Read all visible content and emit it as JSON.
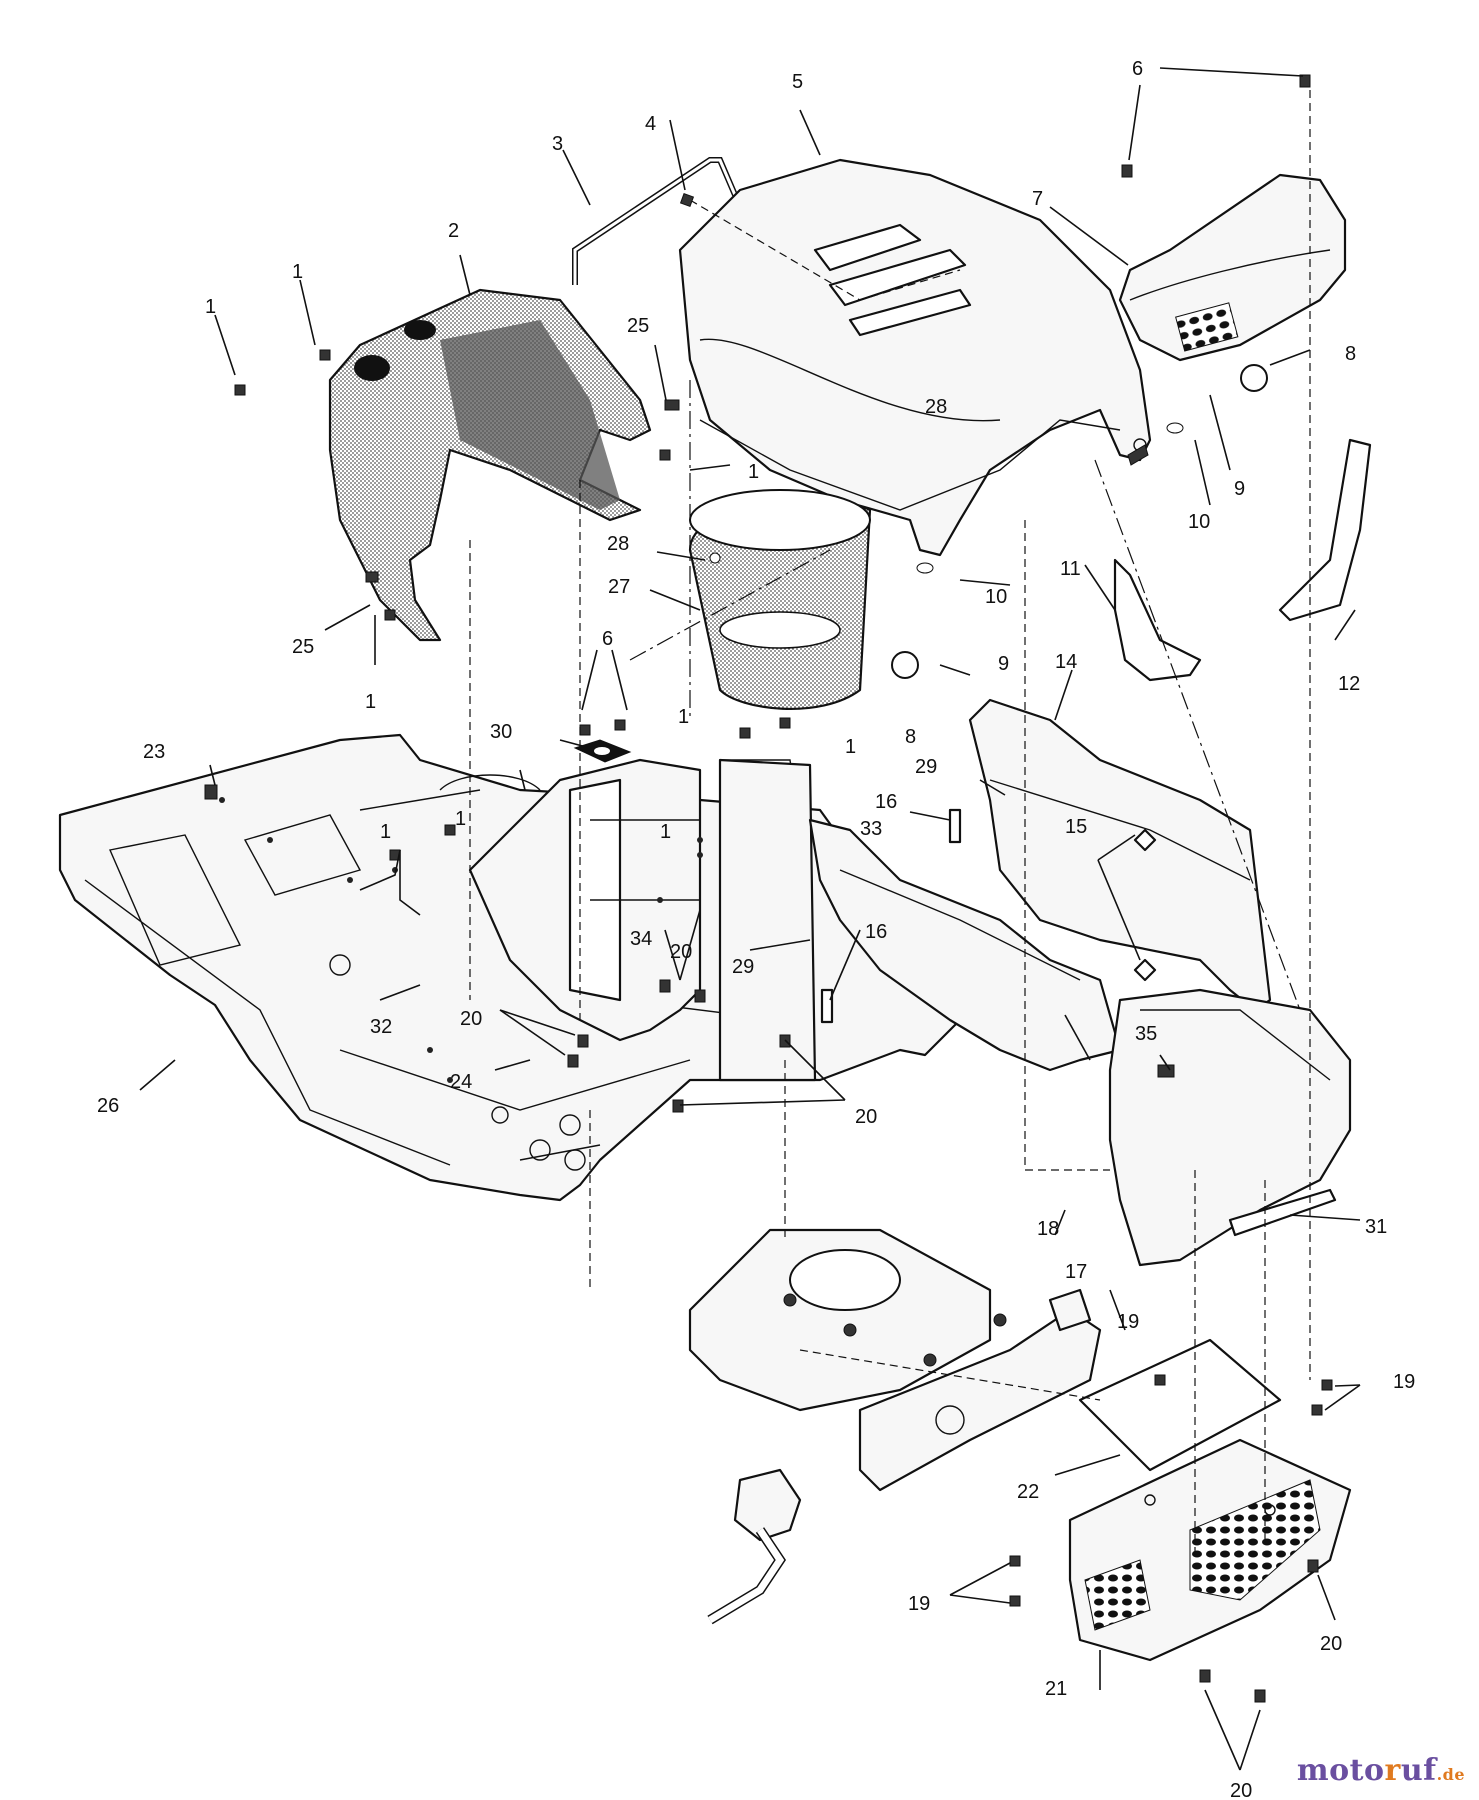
{
  "watermark": {
    "part1": "moto",
    "part2": "r",
    "part3": "uf",
    "part4": ".de",
    "colors": {
      "purple": "#6a4fa0",
      "orange": "#e07a1f"
    }
  },
  "callouts": [
    {
      "id": "c1a",
      "label": "1"
    },
    {
      "id": "c1b",
      "label": "1"
    },
    {
      "id": "c1c",
      "label": "1"
    },
    {
      "id": "c1d",
      "label": "1"
    },
    {
      "id": "c1e",
      "label": "1"
    },
    {
      "id": "c1f",
      "label": "1"
    },
    {
      "id": "c1g",
      "label": "1"
    },
    {
      "id": "c1h",
      "label": "1"
    },
    {
      "id": "c1i",
      "label": "1"
    },
    {
      "id": "c2",
      "label": "2"
    },
    {
      "id": "c3",
      "label": "3"
    },
    {
      "id": "c4",
      "label": "4"
    },
    {
      "id": "c5",
      "label": "5"
    },
    {
      "id": "c6a",
      "label": "6"
    },
    {
      "id": "c6b",
      "label": "6"
    },
    {
      "id": "c7",
      "label": "7"
    },
    {
      "id": "c8a",
      "label": "8"
    },
    {
      "id": "c8b",
      "label": "8"
    },
    {
      "id": "c9a",
      "label": "9"
    },
    {
      "id": "c9b",
      "label": "9"
    },
    {
      "id": "c10a",
      "label": "10"
    },
    {
      "id": "c10b",
      "label": "10"
    },
    {
      "id": "c11",
      "label": "11"
    },
    {
      "id": "c12",
      "label": "12"
    },
    {
      "id": "c14",
      "label": "14"
    },
    {
      "id": "c15",
      "label": "15"
    },
    {
      "id": "c16a",
      "label": "16"
    },
    {
      "id": "c16b",
      "label": "16"
    },
    {
      "id": "c17",
      "label": "17"
    },
    {
      "id": "c18",
      "label": "18"
    },
    {
      "id": "c19a",
      "label": "19"
    },
    {
      "id": "c19b",
      "label": "19"
    },
    {
      "id": "c19c",
      "label": "19"
    },
    {
      "id": "c20a",
      "label": "20"
    },
    {
      "id": "c20b",
      "label": "20"
    },
    {
      "id": "c20c",
      "label": "20"
    },
    {
      "id": "c20d",
      "label": "20"
    },
    {
      "id": "c20e",
      "label": "20"
    },
    {
      "id": "c21",
      "label": "21"
    },
    {
      "id": "c22",
      "label": "22"
    },
    {
      "id": "c23",
      "label": "23"
    },
    {
      "id": "c24",
      "label": "24"
    },
    {
      "id": "c25a",
      "label": "25"
    },
    {
      "id": "c25b",
      "label": "25"
    },
    {
      "id": "c26",
      "label": "26"
    },
    {
      "id": "c27",
      "label": "27"
    },
    {
      "id": "c28a",
      "label": "28"
    },
    {
      "id": "c28b",
      "label": "28"
    },
    {
      "id": "c29a",
      "label": "29"
    },
    {
      "id": "c29b",
      "label": "29"
    },
    {
      "id": "c30",
      "label": "30"
    },
    {
      "id": "c31",
      "label": "31"
    },
    {
      "id": "c32",
      "label": "32"
    },
    {
      "id": "c33",
      "label": "33"
    },
    {
      "id": "c34",
      "label": "34"
    },
    {
      "id": "c35",
      "label": "35"
    }
  ]
}
